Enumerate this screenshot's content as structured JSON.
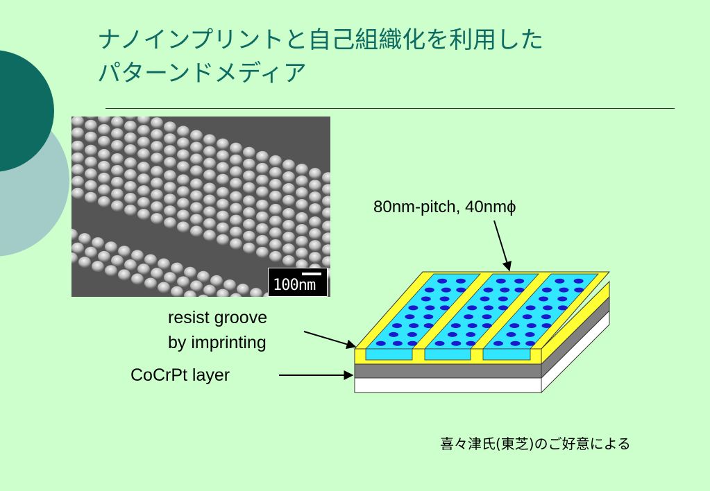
{
  "title": {
    "line1": "ナノインプリントと自己組織化を利用した",
    "line2": "パターンドメディア"
  },
  "photo": {
    "scale_label": "100nm"
  },
  "labels": {
    "pitch": "80nm-pitch, 40nmϕ",
    "groove_line1": "resist groove",
    "groove_line2": "by imprinting",
    "layer": "CoCrPt layer"
  },
  "credit": "喜々津氏(東芝)のご好意による",
  "colors": {
    "background": "#ccffcc",
    "title": "#0e6b61",
    "circle_dark": "#0e6b61",
    "circle_light": "#a3cbc7",
    "resist": "#ffff33",
    "groove": "#33e6ff",
    "dots": "#1a1acc",
    "cocrpt": "#808080"
  }
}
